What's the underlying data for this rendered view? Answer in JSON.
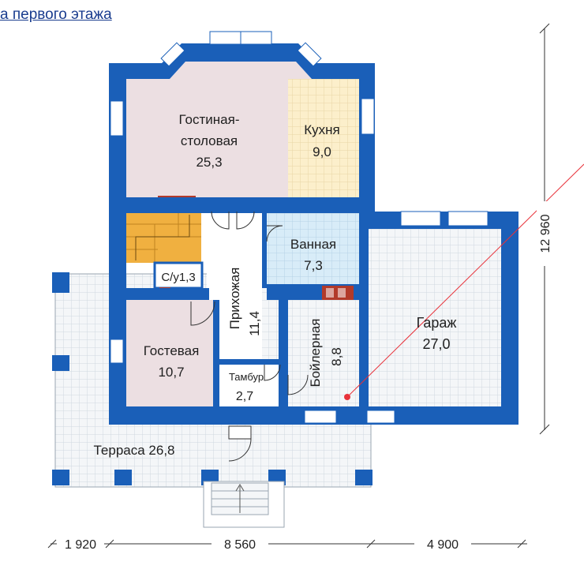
{
  "header": {
    "link_text": "а первого этажа"
  },
  "rooms": {
    "living": {
      "name_line1": "Гостиная-",
      "name_line2": "столовая",
      "area": "25,3"
    },
    "kitchen": {
      "name": "Кухня",
      "area": "9,0"
    },
    "bath": {
      "name": "Ванная",
      "area": "7,3"
    },
    "wc": {
      "name": "С/у1,3"
    },
    "hall": {
      "name": "Прихожая",
      "area": "11,4"
    },
    "boiler": {
      "name": "Бойлерная",
      "area": "8,8"
    },
    "garage": {
      "name": "Гараж",
      "area": "27,0"
    },
    "guest": {
      "name": "Гостевая",
      "area": "10,7"
    },
    "vestibule": {
      "name": "Тамбур",
      "area": "2,7"
    },
    "terrace": {
      "name": "Терраса 26,8"
    }
  },
  "dimensions": {
    "height": "12 960",
    "left": "1 920",
    "middle": "8 560",
    "right": "4 900"
  },
  "colors": {
    "wall": "#1a5fb8",
    "living_floor": "#ecdfe2",
    "kitchen_floor": "#fcefcb",
    "bath_floor": "#d8ecf8",
    "grid_floor": "#f4f6f8",
    "stairs": "#f0b040",
    "stove": "#b23a2a",
    "pointer": "#e8323a"
  }
}
